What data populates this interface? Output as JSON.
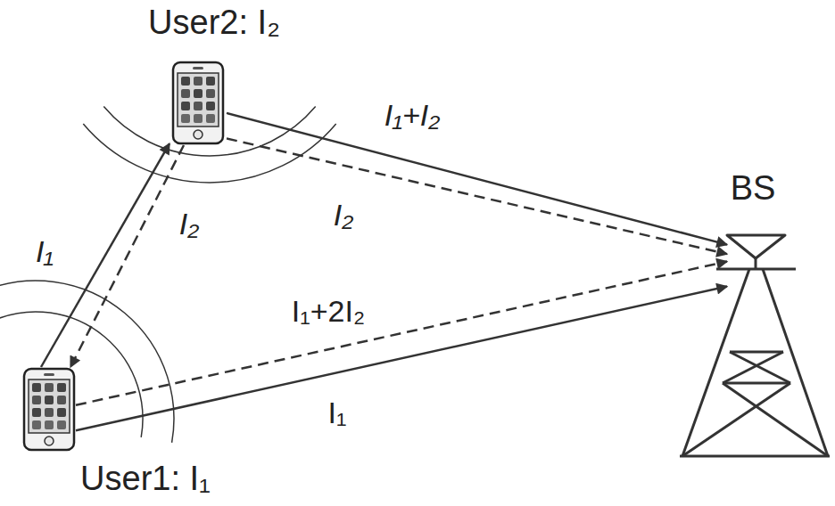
{
  "diagram": {
    "nodes": [
      {
        "text": [
          "User2: I₂"
        ]
      },
      {
        "text": [
          "BS"
        ]
      },
      {
        "text": [
          "User1: I₁"
        ]
      }
    ],
    "edges": [
      {
        "from": 2,
        "to": 0,
        "arrow": "to",
        "label": "I₁"
      },
      {
        "from": 0,
        "to": 2,
        "arrow": "to",
        "label": "I₂"
      },
      {
        "from": 0,
        "to": 1,
        "arrow": "to",
        "label": "I₁+I₂"
      },
      {
        "from": 0,
        "to": 1,
        "arrow": "to",
        "label": "I₂"
      },
      {
        "from": 2,
        "to": 1,
        "arrow": "to",
        "label": "I₁+2I₂"
      },
      {
        "from": 2,
        "to": 1,
        "arrow": "to",
        "label": "I₁"
      }
    ]
  }
}
